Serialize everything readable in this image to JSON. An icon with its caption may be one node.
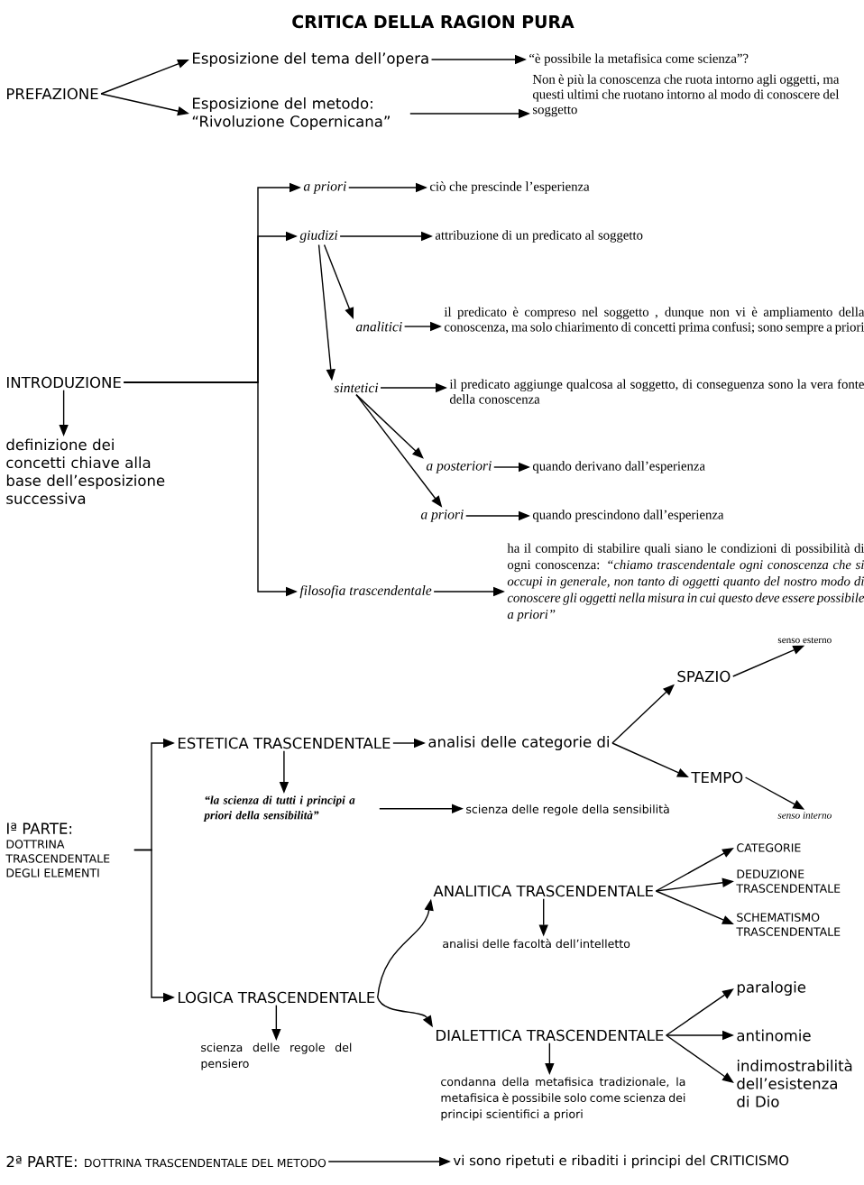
{
  "diagram": {
    "title": "CRITICA DELLA RAGION PURA",
    "nodes": [
      {
        "text": [
          "PREFAZIONE"
        ]
      },
      {
        "text": [
          "Esposizione del tema dell’opera"
        ]
      },
      {
        "text": [
          "“è possibile la metafisica come scienza”?"
        ]
      },
      {
        "text": [
          "Esposizione del metodo: “Rivoluzione Copernicana”"
        ]
      },
      {
        "text": [
          "Non è più la conoscenza che ruota intorno agli oggetti, ma questi ultimi che ruotano intorno al modo di conoscere del soggetto"
        ]
      },
      {
        "text": [
          "INTRODUZIONE"
        ]
      },
      {
        "text": [
          "definizione dei concetti chiave alla base dell’esposizione successiva"
        ]
      },
      {
        "text": [
          "a priori"
        ]
      },
      {
        "text": [
          "ciò che prescinde l’esperienza"
        ]
      },
      {
        "text": [
          "giudizi"
        ]
      },
      {
        "text": [
          "attribuzione di un predicato al soggetto"
        ]
      },
      {
        "text": [
          "analitici"
        ]
      },
      {
        "text": [
          "il predicato è compreso nel soggetto , dunque non vi è ampliamento della conoscenza, ma solo chiarimento di concetti prima confusi; sono sempre a priori"
        ]
      },
      {
        "text": [
          "sintetici"
        ]
      },
      {
        "text": [
          "il predicato aggiunge qualcosa al soggetto, di conseguenza sono la vera fonte della conoscenza"
        ]
      },
      {
        "text": [
          "a posteriori"
        ]
      },
      {
        "text": [
          "quando derivano dall’esperienza"
        ]
      },
      {
        "text": [
          "a priori"
        ]
      },
      {
        "text": [
          "quando prescindono dall’esperienza"
        ]
      },
      {
        "text": [
          "filosofia trascendentale"
        ]
      },
      {
        "text": [
          "ha il compito di stabilire quali siano le condizioni di possibilità di ogni conoscenza: *“chiamo trascendentale ogni conoscenza che si occupi in generale, non tanto di oggetti quanto del nostro modo di conoscere gli oggetti nella misura in cui questo deve essere possibile a priori”*"
        ]
      },
      {
        "text": [
          "Iª PARTE:",
          "DOTTRINA TRASCENDENTALE DEGLI ELEMENTI"
        ]
      },
      {
        "text": [
          "ESTETICA TRASCENDENTALE"
        ]
      },
      {
        "text": [
          "analisi delle categorie di"
        ]
      },
      {
        "text": [
          "SPAZIO"
        ]
      },
      {
        "text": [
          "senso esterno"
        ]
      },
      {
        "text": [
          "TEMPO"
        ]
      },
      {
        "text": [
          "senso interno"
        ]
      },
      {
        "text": [
          "“la scienza di tutti i principi a priori della sensibilità”"
        ]
      },
      {
        "text": [
          "scienza delle regole della sensibilità"
        ]
      },
      {
        "text": [
          "LOGICA TRASCENDENTALE"
        ]
      },
      {
        "text": [
          "scienza delle regole del pensiero"
        ]
      },
      {
        "text": [
          "ANALITICA TRASCENDENTALE"
        ]
      },
      {
        "text": [
          "analisi delle facoltà dell’intelletto"
        ]
      },
      {
        "text": [
          "CATEGORIE"
        ]
      },
      {
        "text": [
          "DEDUZIONE TRASCENDENTALE"
        ]
      },
      {
        "text": [
          "SCHEMATISMO TRASCENDENTALE"
        ]
      },
      {
        "text": [
          "DIALETTICA TRASCENDENTALE"
        ]
      },
      {
        "text": [
          "condanna della metafisica tradizionale, la metafisica è possibile solo come scienza dei principi scientifici a priori"
        ]
      },
      {
        "text": [
          "paralogie"
        ]
      },
      {
        "text": [
          "antinomie"
        ]
      },
      {
        "text": [
          "indimostrabilità dell’esistenza di Dio"
        ]
      },
      {
        "text": [
          "2ª PARTE:",
          "DOTTRINA TRASCENDENTALE DEL METODO"
        ]
      },
      {
        "text": [
          "vi sono ripetuti e ribaditi i principi del CRITICISMO"
        ]
      }
    ],
    "edges": [
      {
        "from": 0,
        "to": 1,
        "arrow": "to"
      },
      {
        "from": 0,
        "to": 3,
        "arrow": "to"
      },
      {
        "from": 1,
        "to": 2,
        "arrow": "to"
      },
      {
        "from": 3,
        "to": 4,
        "arrow": "to"
      },
      {
        "from": 5,
        "to": 6,
        "arrow": "to"
      },
      {
        "from": 5,
        "to": 7,
        "arrow": "to"
      },
      {
        "from": 5,
        "to": 9,
        "arrow": "to"
      },
      {
        "from": 5,
        "to": 19,
        "arrow": "to"
      },
      {
        "from": 7,
        "to": 8,
        "arrow": "to"
      },
      {
        "from": 9,
        "to": 10,
        "arrow": "to"
      },
      {
        "from": 9,
        "to": 11,
        "arrow": "to"
      },
      {
        "from": 9,
        "to": 13,
        "arrow": "to"
      },
      {
        "from": 11,
        "to": 12,
        "arrow": "to"
      },
      {
        "from": 13,
        "to": 14,
        "arrow": "to"
      },
      {
        "from": 13,
        "to": 15,
        "arrow": "to"
      },
      {
        "from": 13,
        "to": 17,
        "arrow": "to"
      },
      {
        "from": 15,
        "to": 16,
        "arrow": "to"
      },
      {
        "from": 17,
        "to": 18,
        "arrow": "to"
      },
      {
        "from": 19,
        "to": 20,
        "arrow": "to"
      },
      {
        "from": 21,
        "to": 22,
        "arrow": "to"
      },
      {
        "from": 21,
        "to": 30,
        "arrow": "to"
      },
      {
        "from": 22,
        "to": 23,
        "arrow": "to"
      },
      {
        "from": 22,
        "to": 28,
        "arrow": "to"
      },
      {
        "from": 23,
        "to": 24,
        "arrow": "to"
      },
      {
        "from": 23,
        "to": 26,
        "arrow": "to"
      },
      {
        "from": 24,
        "to": 25,
        "arrow": "to"
      },
      {
        "from": 26,
        "to": 27,
        "arrow": "to"
      },
      {
        "from": 28,
        "to": 29,
        "arrow": "to"
      },
      {
        "from": 30,
        "to": 31,
        "arrow": "to"
      },
      {
        "from": 30,
        "to": 32,
        "arrow": "to"
      },
      {
        "from": 30,
        "to": 37,
        "arrow": "to"
      },
      {
        "from": 32,
        "to": 33,
        "arrow": "to"
      },
      {
        "from": 32,
        "to": 34,
        "arrow": "to"
      },
      {
        "from": 32,
        "to": 35,
        "arrow": "to"
      },
      {
        "from": 32,
        "to": 36,
        "arrow": "to"
      },
      {
        "from": 37,
        "to": 38,
        "arrow": "to"
      },
      {
        "from": 37,
        "to": 39,
        "arrow": "to"
      },
      {
        "from": 37,
        "to": 40,
        "arrow": "to"
      },
      {
        "from": 37,
        "to": 41,
        "arrow": "to"
      },
      {
        "from": 42,
        "to": 43,
        "arrow": "to"
      }
    ]
  }
}
